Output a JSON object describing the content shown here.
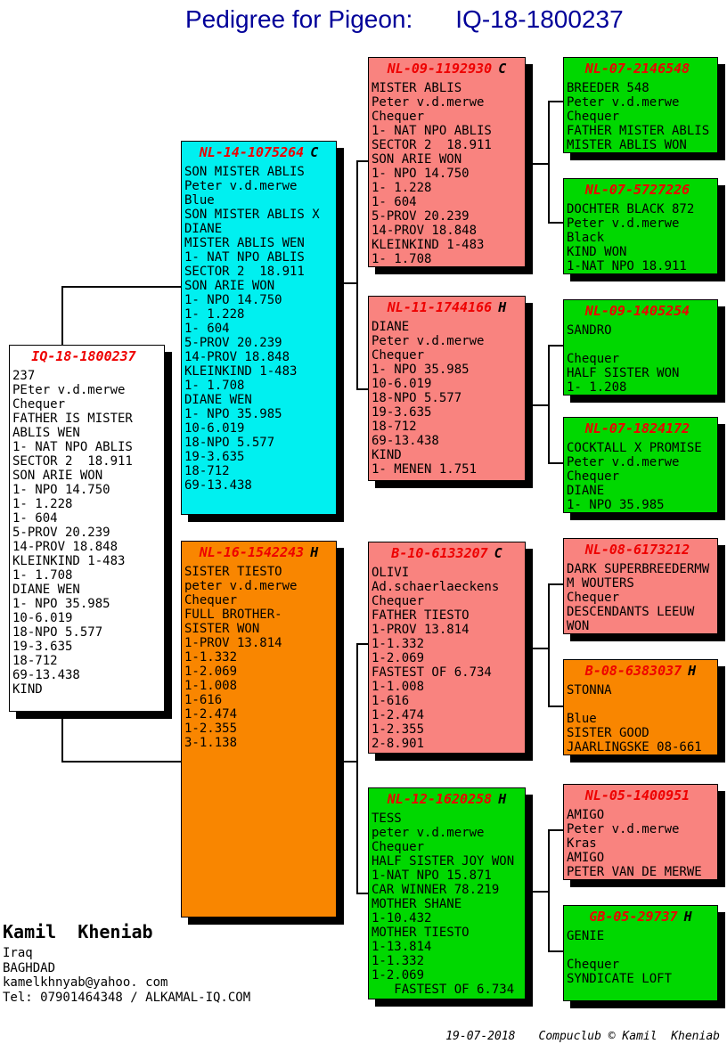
{
  "heading": {
    "label": "Pedigree for Pigeon:",
    "ring": "IQ-18-1800237"
  },
  "colors": {
    "heading_blue": "#000099",
    "ring_red": "#EE0000",
    "white": "#FFFFFF",
    "cyan": "#00F0F0",
    "orange": "#F98600",
    "pink": "#F9837F",
    "green": "#00D800"
  },
  "boxes": [
    {
      "ring": "IQ-18-1800237",
      "sex": "",
      "color": "#FFFFFF",
      "body": "237\nPEter v.d.merwe\nChequer\nFATHER IS MISTER\nABLIS WEN\n1- NAT NPO ABLIS\nSECTOR 2  18.911\nSON ARIE WON\n1- NPO 14.750\n1- 1.228\n1- 604\n5-PROV 20.239\n14-PROV 18.848\nKLEINKIND 1-483\n1- 1.708\nDIANE WEN\n1- NPO 35.985\n10-6.019\n18-NPO 5.577\n19-3.635\n18-712\n69-13.438\nKIND"
    },
    {
      "ring": "NL-14-1075264",
      "sex": "C",
      "color": "#00F0F0",
      "body": "SON MISTER ABLIS\nPeter v.d.merwe\nBlue\nSON MISTER ABLIS X\nDIANE\nMISTER ABLIS WEN\n1- NAT NPO ABLIS\nSECTOR 2  18.911\nSON ARIE WON\n1- NPO 14.750\n1- 1.228\n1- 604\n5-PROV 20.239\n14-PROV 18.848\nKLEINKIND 1-483\n1- 1.708\nDIANE WEN\n1- NPO 35.985\n10-6.019\n18-NPO 5.577\n19-3.635\n18-712\n69-13.438"
    },
    {
      "ring": "NL-16-1542243",
      "sex": "H",
      "color": "#F98600",
      "body": "SISTER TIESTO\npeter v.d.merwe\nChequer\nFULL BROTHER-\nSISTER WON\n1-PROV 13.814\n1-1.332\n1-2.069\n1-1.008\n1-616\n1-2.474\n1-2.355\n3-1.138"
    },
    {
      "ring": "NL-09-1192930",
      "sex": "C",
      "color": "#F9837F",
      "body": "MISTER ABLIS\nPeter v.d.merwe\nChequer\n1- NAT NPO ABLIS\nSECTOR 2  18.911\nSON ARIE WON\n1- NPO 14.750\n1- 1.228\n1- 604\n5-PROV 20.239\n14-PROV 18.848\nKLEINKIND 1-483\n1- 1.708"
    },
    {
      "ring": "NL-11-1744166",
      "sex": "H",
      "color": "#F9837F",
      "body": "DIANE\nPeter v.d.merwe\nChequer\n1- NPO 35.985\n10-6.019\n18-NPO 5.577\n19-3.635\n18-712\n69-13.438\nKIND\n1- MENEN 1.751"
    },
    {
      "ring": "B-10-6133207",
      "sex": "C",
      "color": "#F9837F",
      "body": "OLIVI\nAd.schaerlaeckens\nChequer\nFATHER TIESTO\n1-PROV 13.814\n1-1.332\n1-2.069\nFASTEST OF 6.734\n1-1.008\n1-616\n1-2.474\n1-2.355\n2-8.901"
    },
    {
      "ring": "NL-12-1620258",
      "sex": "H",
      "color": "#00D800",
      "body": "TESS\npeter v.d.merwe\nChequer\nHALF SISTER JOY WON\n1-NAT NPO 15.871\nCAR WINNER 78.219\nMOTHER SHANE\n1-10.432\nMOTHER TIESTO\n1-13.814\n1-1.332\n1-2.069\n   FASTEST OF 6.734"
    },
    {
      "ring": "NL-07-2146548",
      "sex": "",
      "color": "#00D800",
      "body": "BREEDER 548\nPeter v.d.merwe\nChequer\nFATHER MISTER ABLIS\nMISTER ABLIS WON"
    },
    {
      "ring": "NL-07-5727226",
      "sex": "",
      "color": "#00D800",
      "body": "DOCHTER BLACK 872\nPeter v.d.merwe\nBlack\nKIND WON\n1-NAT NPO 18.911"
    },
    {
      "ring": "NL-09-1405254",
      "sex": "",
      "color": "#00D800",
      "body": "SANDRO\n\nChequer\nHALF SISTER WON\n1- 1.208"
    },
    {
      "ring": "NL-07-1824172",
      "sex": "",
      "color": "#00D800",
      "body": "COCKTALL X PROMISE\nPeter v.d.merwe\nChequer\nDIANE\n1- NPO 35.985"
    },
    {
      "ring": "NL-08-6173212",
      "sex": "",
      "color": "#F9837F",
      "body": "DARK SUPERBREEDERMW\nM WOUTERS\nChequer\nDESCENDANTS LEEUW\nWON"
    },
    {
      "ring": "B-08-6383037",
      "sex": "H",
      "color": "#F98600",
      "body": "STONNA\n\nBlue\nSISTER GOOD\nJAARLINGSKE 08-661"
    },
    {
      "ring": "NL-05-1400951",
      "sex": "",
      "color": "#F9837F",
      "body": "AMIGO\nPeter v.d.merwe\nKras\nAMIGO\nPETER VAN DE MERWE"
    },
    {
      "ring": "GB-05-29737",
      "sex": "H",
      "color": "#00D800",
      "body": "GENIE\n\nChequer\nSYNDICATE LOFT"
    }
  ],
  "owner": {
    "name": "Kamil  Kheniab",
    "country": "Iraq",
    "city": "BAGHDAD",
    "email": "kamelkhnyab@yahoo. com",
    "phone": "Tel: 07901464348 / ALKAMAL-IQ.COM"
  },
  "footer": {
    "date": "19-07-2018",
    "credit": "Compuclub © Kamil  Kheniab"
  }
}
